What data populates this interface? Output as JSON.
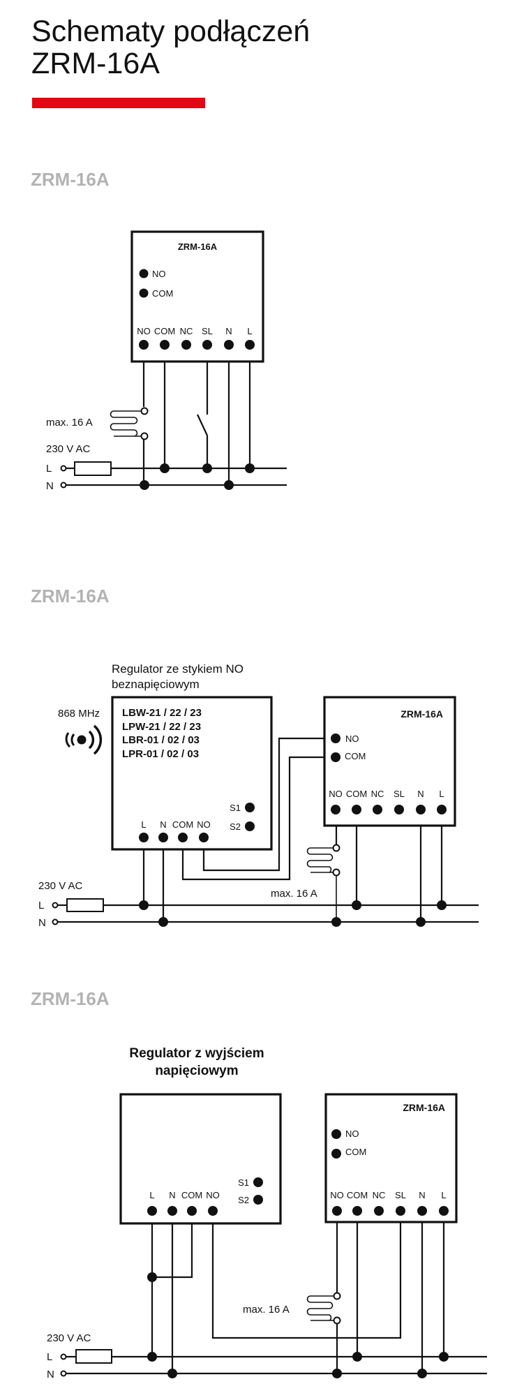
{
  "page": {
    "title_line1": "Schematy podłączeń",
    "title_line2": "ZRM-16A",
    "accent_color": "#e30613",
    "heading_color": "#b3b3b3"
  },
  "sections": [
    {
      "heading": "ZRM-16A",
      "device": {
        "title": "ZRM-16A",
        "leds": [
          "NO",
          "COM"
        ],
        "terminals": [
          "NO",
          "COM",
          "NC",
          "SL",
          "N",
          "L"
        ]
      },
      "load_label": "max. 16 A",
      "supply_label": "230 V AC",
      "line_labels": [
        "L",
        "N"
      ]
    },
    {
      "heading": "ZRM-16A",
      "regulator": {
        "title_line1": "Regulator ze stykiem NO",
        "title_line2": "beznapięciowym",
        "frequency": "868 MHz",
        "icon": "wireless-signal-icon",
        "models": [
          "LBW-21 / 22 / 23",
          "LPW-21 / 22 / 23",
          "LBR-01 / 02 / 03",
          "LPR-01 / 02 / 03"
        ],
        "side_terminals": [
          "S1",
          "S2"
        ],
        "terminals": [
          "L",
          "N",
          "COM",
          "NO"
        ]
      },
      "device": {
        "title": "ZRM-16A",
        "leds": [
          "NO",
          "COM"
        ],
        "terminals": [
          "NO",
          "COM",
          "NC",
          "SL",
          "N",
          "L"
        ]
      },
      "load_label": "max. 16 A",
      "supply_label": "230 V AC",
      "line_labels": [
        "L",
        "N"
      ]
    },
    {
      "heading": "ZRM-16A",
      "regulator": {
        "title_line1": "Regulator z wyjściem",
        "title_line2": "napięciowym",
        "side_terminals": [
          "S1",
          "S2"
        ],
        "terminals": [
          "L",
          "N",
          "COM",
          "NO"
        ]
      },
      "device": {
        "title": "ZRM-16A",
        "leds": [
          "NO",
          "COM"
        ],
        "terminals": [
          "NO",
          "COM",
          "NC",
          "SL",
          "N",
          "L"
        ]
      },
      "load_label": "max. 16 A",
      "supply_label": "230 V AC",
      "line_labels": [
        "L",
        "N"
      ]
    }
  ]
}
